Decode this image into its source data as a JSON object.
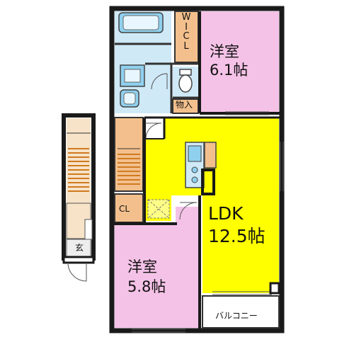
{
  "rooms": {
    "western_room_1": {
      "name": "洋室",
      "size": "6.1帖"
    },
    "western_room_2": {
      "name": "洋室",
      "size": "5.8帖"
    },
    "ldk": {
      "name": "LDK",
      "size": "12.5帖"
    },
    "wic": "W I C L",
    "storage": "物入",
    "closet": "CL",
    "entrance": "玄",
    "balcony": "バルコニー"
  },
  "colors": {
    "western_room": "#f5c2e7",
    "ldk": "#ffff00",
    "wet_area": "#cfe9f7",
    "stairs": "#f3c08d",
    "closet": "#f3c08d",
    "entrance": "#f7e3c8",
    "wall": "#1a1a1a",
    "balcony": "#ffffff"
  },
  "icons": [
    "bathtub-icon",
    "washbasin-icon",
    "toilet-icon",
    "washing-machine-icon",
    "kitchen-sink-icon",
    "stove-icon",
    "refrigerator-icon",
    "door-swing-icon",
    "stairs-icon",
    "skylight-icon"
  ]
}
